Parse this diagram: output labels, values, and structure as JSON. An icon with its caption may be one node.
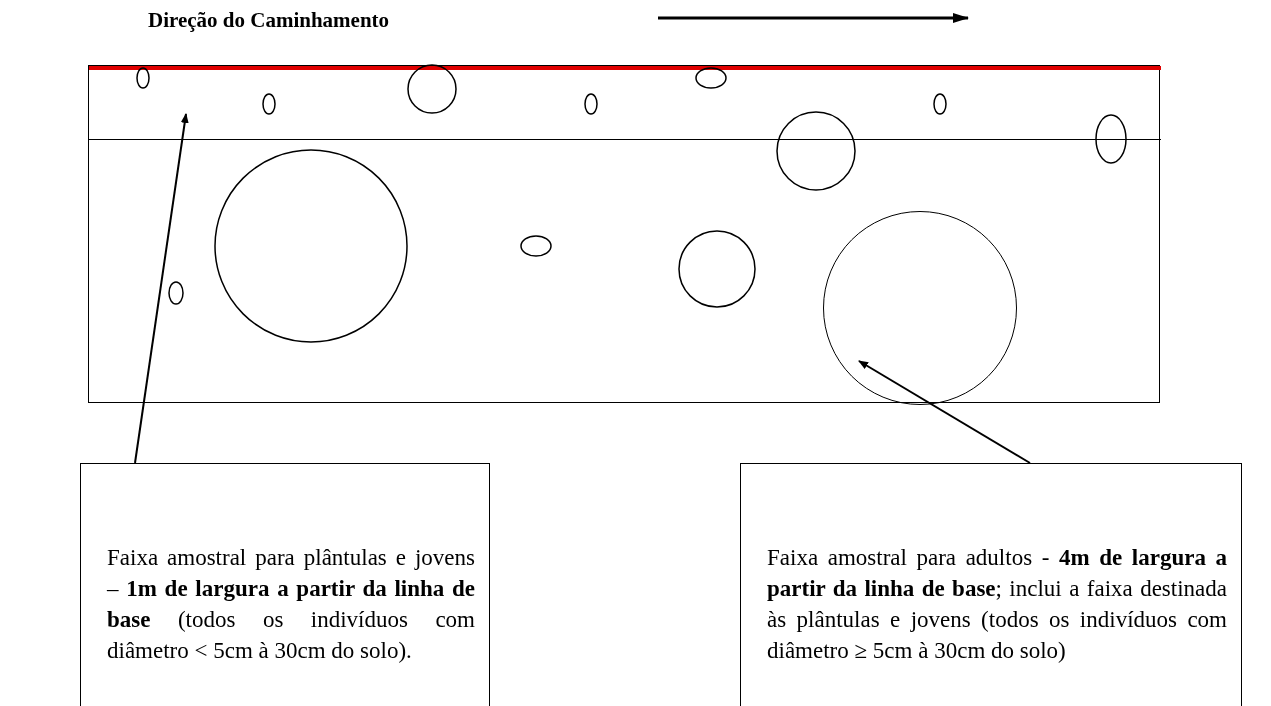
{
  "diagram": {
    "nodes": [
      {
        "text": [],
        "shape": "box"
      },
      {
        "text": [],
        "shape": "box",
        "in": 0
      },
      {
        "text": [],
        "shape": "circle",
        "in": 0
      },
      {
        "text": [
          "Faixa amostral para plântulas e jovens – **1m de largura a partir da linha de base** (todos os indivíduos com diâmetro < 5cm à 30cm do solo)."
        ]
      },
      {
        "text": [
          "Faixa amostral para adultos - **4m de largura a partir da linha de base**; inclui a faixa destinada às plântulas e jovens (todos os indivíduos com diâmetro ≥ 5cm à 30cm do solo)"
        ]
      }
    ],
    "edges": [
      {
        "from": 3,
        "to": 1,
        "arrow": "to"
      },
      {
        "from": 4,
        "to": 2,
        "arrow": "to"
      }
    ],
    "labels": [
      "Direção do Caminhamento"
    ]
  }
}
